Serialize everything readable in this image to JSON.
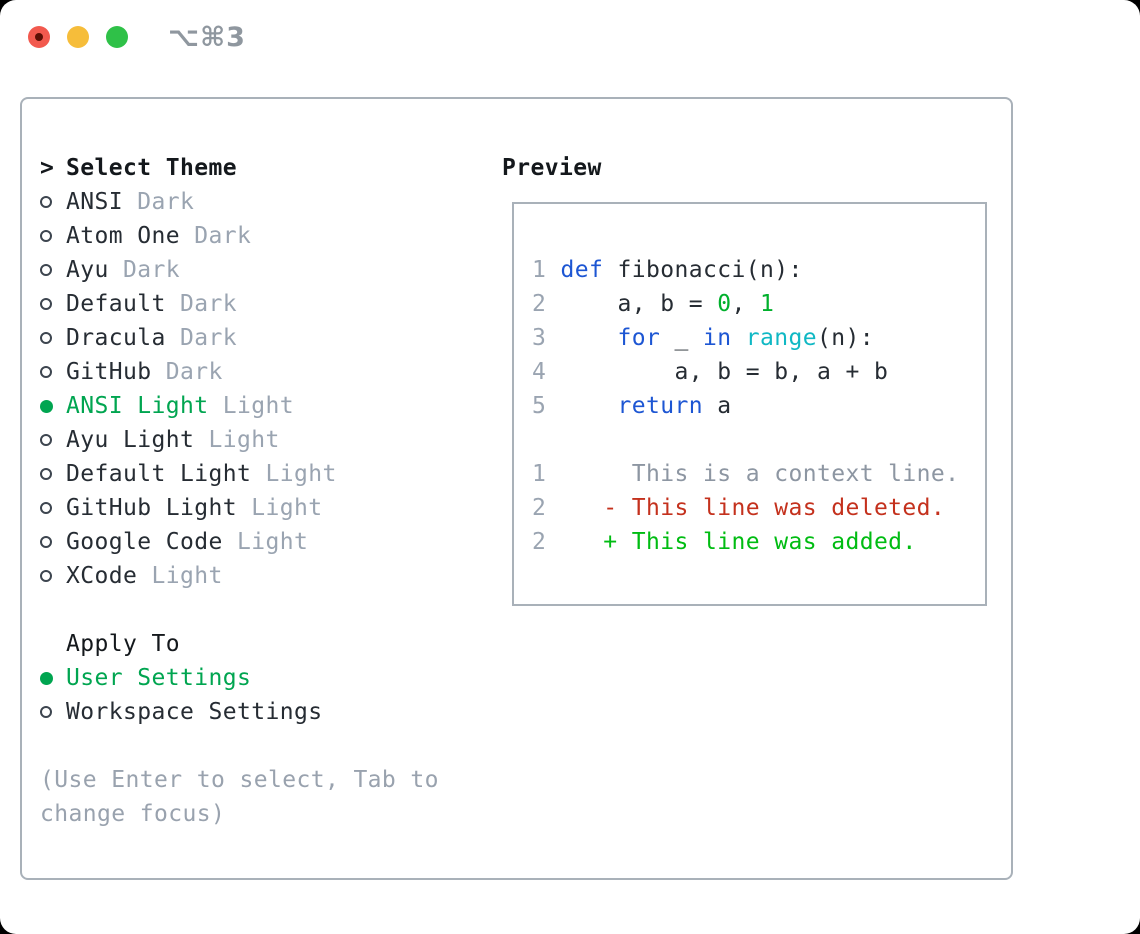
{
  "titlebar": {
    "shortcut": "⌥⌘3",
    "traffic_lights": [
      {
        "name": "close",
        "color": "#f2594e",
        "has_dot": true,
        "dot_color": "#5c0f05"
      },
      {
        "name": "minimize",
        "color": "#f6bd3a",
        "has_dot": false
      },
      {
        "name": "zoom",
        "color": "#2fc148",
        "has_dot": false
      }
    ]
  },
  "theme_panel": {
    "cursor": ">",
    "header": "Select Theme",
    "themes": [
      {
        "name": "ANSI",
        "variant": "Dark",
        "selected": false
      },
      {
        "name": "Atom One",
        "variant": "Dark",
        "selected": false
      },
      {
        "name": "Ayu",
        "variant": "Dark",
        "selected": false
      },
      {
        "name": "Default",
        "variant": "Dark",
        "selected": false
      },
      {
        "name": "Dracula",
        "variant": "Dark",
        "selected": false
      },
      {
        "name": "GitHub",
        "variant": "Dark",
        "selected": false
      },
      {
        "name": "ANSI Light",
        "variant": "Light",
        "selected": true
      },
      {
        "name": "Ayu Light",
        "variant": "Light",
        "selected": false
      },
      {
        "name": "Default Light",
        "variant": "Light",
        "selected": false
      },
      {
        "name": "GitHub Light",
        "variant": "Light",
        "selected": false
      },
      {
        "name": "Google Code",
        "variant": "Light",
        "selected": false
      },
      {
        "name": "XCode",
        "variant": "Light",
        "selected": false
      }
    ],
    "apply_header": "Apply To",
    "apply_options": [
      {
        "name": "User Settings",
        "selected": true
      },
      {
        "name": "Workspace Settings",
        "selected": false
      }
    ],
    "hint_lines": [
      "(Use Enter to select, Tab to",
      "change focus)"
    ]
  },
  "preview_panel": {
    "header": "Preview",
    "code_lines": [
      [
        [
          "num",
          "1 "
        ],
        [
          "kw",
          "def"
        ],
        [
          "plain",
          " fibonacci(n):"
        ]
      ],
      [
        [
          "num",
          "2 "
        ],
        [
          "plain",
          "    a, b = "
        ],
        [
          "numlit",
          "0"
        ],
        [
          "plain",
          ", "
        ],
        [
          "numlit",
          "1"
        ]
      ],
      [
        [
          "num",
          "3 "
        ],
        [
          "plain",
          "    "
        ],
        [
          "kw",
          "for"
        ],
        [
          "plain",
          " _ "
        ],
        [
          "kw",
          "in"
        ],
        [
          "plain",
          " "
        ],
        [
          "builtin",
          "range"
        ],
        [
          "plain",
          "(n):"
        ]
      ],
      [
        [
          "num",
          "4 "
        ],
        [
          "plain",
          "        a, b = b, a + b"
        ]
      ],
      [
        [
          "num",
          "5 "
        ],
        [
          "plain",
          "    "
        ],
        [
          "kw",
          "return"
        ],
        [
          "plain",
          " a"
        ]
      ],
      [],
      [
        [
          "num",
          "1 "
        ],
        [
          "ctx",
          "     This is a context line."
        ]
      ],
      [
        [
          "num",
          "2 "
        ],
        [
          "del",
          "   - This line was deleted."
        ]
      ],
      [
        [
          "num",
          "2 "
        ],
        [
          "add",
          "   + This line was added."
        ]
      ]
    ]
  },
  "colors": {
    "selected_green": "#00a550",
    "added_green": "#00bc12",
    "number_literal_green": "#00b02c",
    "deleted_red": "#c4311d",
    "keyword_blue": "#1d56d3",
    "builtin_cyan": "#10b8c4",
    "muted_gray": "#9aa4b1",
    "context_gray": "#8d96a2",
    "hint_gray": "#99a2ae",
    "border_gray": "#a9b1b9",
    "text_dark": "#262c33"
  }
}
